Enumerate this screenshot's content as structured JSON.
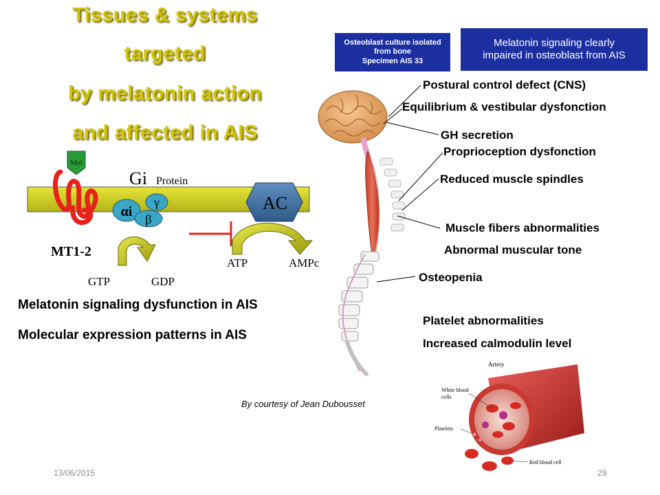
{
  "title": {
    "line1": "Tissues & systems",
    "line2": "targeted",
    "line3": "by melatonin action",
    "line4": "and affected in AIS"
  },
  "boxes": {
    "culture": [
      "Osteoblast culture isolated",
      "from bone",
      "Specimen AIS 33"
    ],
    "signaling": [
      "Melatonin signaling clearly",
      "impaired in osteoblast from AIS"
    ]
  },
  "pathway": {
    "mel": "Mel",
    "gi": "Gi",
    "protein": "Protein",
    "alpha": "αi",
    "gamma": "γ",
    "beta": "β",
    "ac": "AC",
    "receptor": "MT1-2",
    "gtp": "GTP",
    "gdp": "GDP",
    "atp": "ATP",
    "ampc": "AMPc"
  },
  "bottom_left": {
    "line1": "Melatonin signaling dysfunction in AIS",
    "line2": "Molecular expression patterns in AIS"
  },
  "labels": {
    "postural": "Postural control defect (CNS)",
    "equilibrium": "Equilibrium  & vestibular dysfonction",
    "gh": "GH secretion",
    "proprioception": "Proprioception dysfonction",
    "spindles": "Reduced muscle spindles",
    "fibers": "Muscle fibers abnormalities",
    "tone": "Abnormal muscular tone",
    "osteopenia": "Osteopenia",
    "platelet": "Platelet abnormalities",
    "calmodulin": "Increased calmodulin level"
  },
  "artery": {
    "artery": "Artery",
    "wbc": [
      "White blood",
      "cells"
    ],
    "platelets": "Platelets",
    "rbc": "Red blood cell"
  },
  "courtesy": "By courtesy of  Jean Dubousset",
  "footer": {
    "date": "13/06/2015",
    "page": "29"
  },
  "colors": {
    "title": "#d2c400",
    "membrane": "#c8c820",
    "receptor": "#e8211b",
    "mel": "#2a9a3a",
    "g_protein": "#3aa7c8",
    "ac": "#3a6fa0",
    "box": "#1b2fa0",
    "inhibitor": "#e8211b"
  }
}
